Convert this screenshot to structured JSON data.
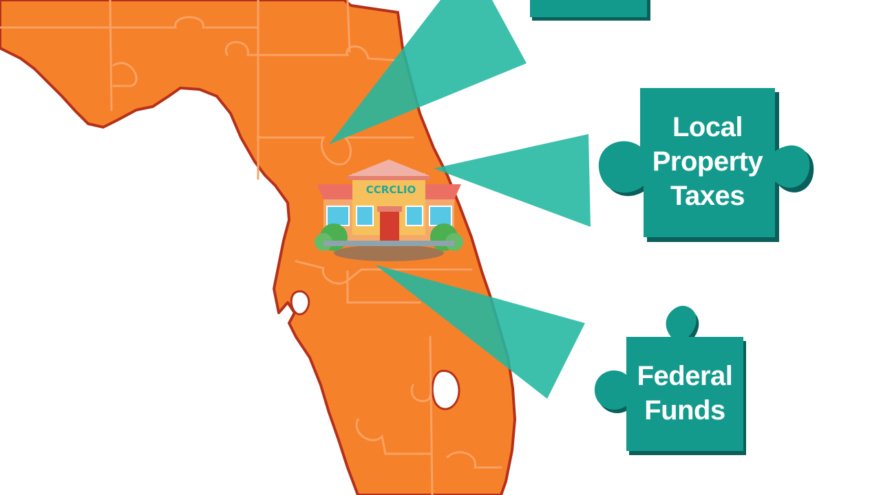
{
  "colors": {
    "state": "#f6812b",
    "state_outline": "#b5301a",
    "puzzle_line": "#f9a263",
    "teal_piece": "#149a8d",
    "teal_shadow": "#0b5f5a",
    "beam": "#21b7a0",
    "background": "#ffffff"
  },
  "school": {
    "sign_text": "CCRCLIO",
    "icon": "school-building-icon"
  },
  "pieces": [
    {
      "id": "top",
      "label_lines": []
    },
    {
      "id": "local",
      "label_lines": [
        "Local",
        "Property",
        "Taxes"
      ]
    },
    {
      "id": "federal",
      "label_lines": [
        "Federal",
        "Funds"
      ]
    }
  ]
}
